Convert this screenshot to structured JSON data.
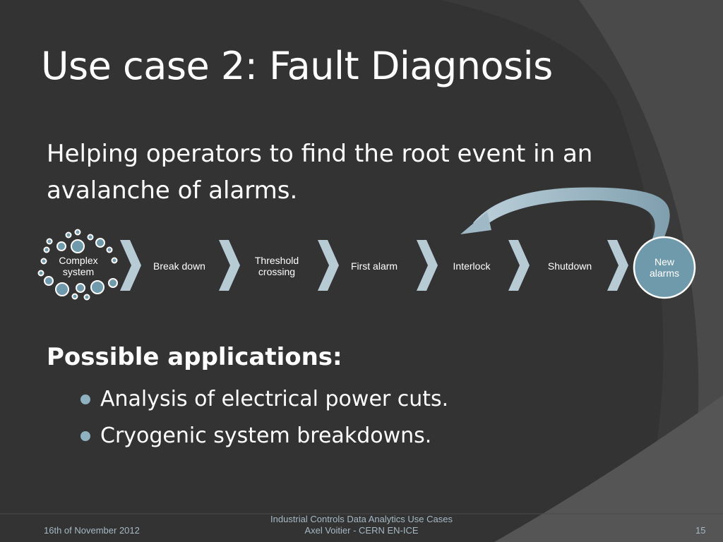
{
  "slide": {
    "title": "Use case 2: Fault Diagnosis",
    "subtitle": "Helping operators to find the root event in an avalanche of alarms.",
    "section_heading": "Possible applications:",
    "bullets": [
      "Analysis of electrical power cuts.",
      "Cryogenic system breakdowns."
    ]
  },
  "flow": {
    "start_line1": "Complex",
    "start_line2": "system",
    "steps": [
      "Break down",
      "First alarm",
      "Interlock",
      "Shutdown"
    ],
    "threshold_line1": "Threshold",
    "threshold_line2": "crossing",
    "end_line1": "New",
    "end_line2": "alarms"
  },
  "footer": {
    "date": "16th of November 2012",
    "center_line1": "Industrial Controls Data Analytics Use Cases",
    "center_line2": "Axel Voitier - CERN EN-ICE",
    "page_number": "15"
  },
  "colors": {
    "background": "#3a3a3a",
    "accent": "#8fb2c1",
    "circle_fill": "#6f9aab",
    "text": "#ffffff"
  }
}
